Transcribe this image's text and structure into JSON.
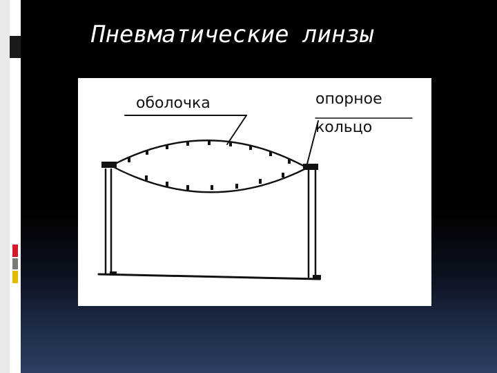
{
  "slide": {
    "title": "Пневматические линзы"
  },
  "diagram": {
    "labels": {
      "shell": "оболочка",
      "support_ring_line1": "опорное",
      "support_ring_line2": "кольцо"
    }
  },
  "colors": {
    "background": "#000000",
    "accent_bar": "#ffffff",
    "accent_yellow": "#e6b800",
    "accent_red": "#d11a2a",
    "accent_gray": "#7a7a7a",
    "accent_dark": "#1a1a1a"
  }
}
